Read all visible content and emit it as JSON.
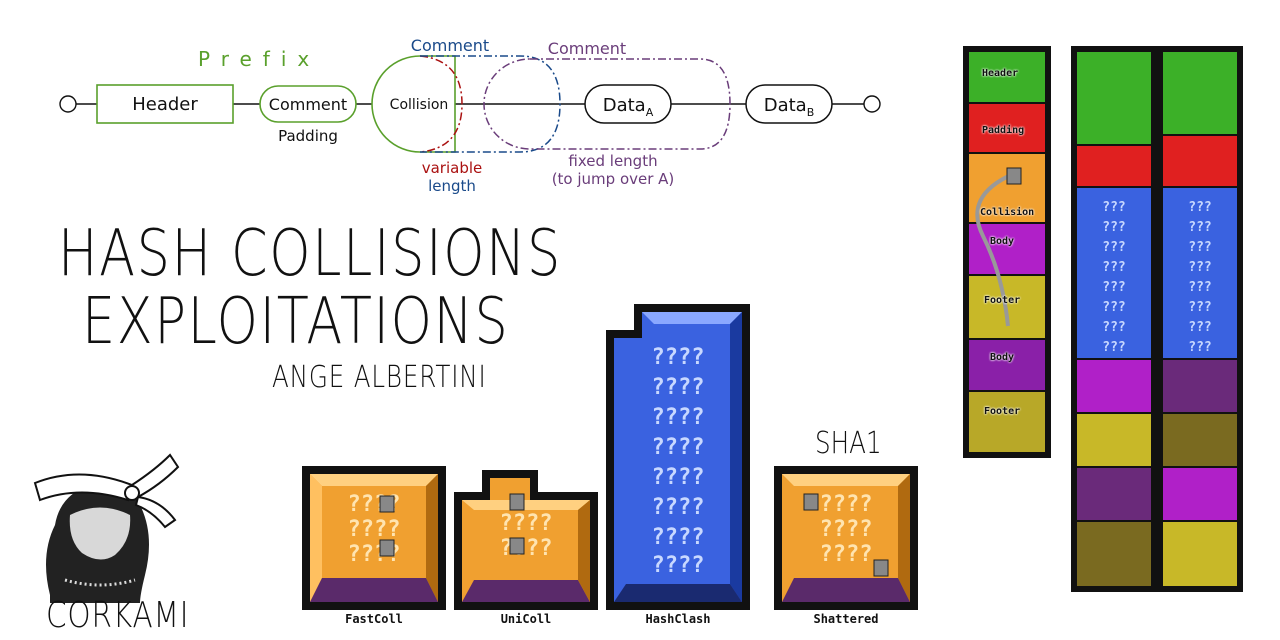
{
  "diagram": {
    "prefix_label": "Prefix",
    "header": "Header",
    "comment_padding_box": "Comment",
    "padding_caption": "Padding",
    "collision": "Collision",
    "comment_variable_top": "Comment",
    "comment_fixed_top": "Comment",
    "variable_length_1": "variable",
    "variable_length_2": "length",
    "fixed_length_1": "fixed length",
    "fixed_length_2": "(to jump over A)",
    "data_a": "Data",
    "data_a_sub": "A",
    "data_b": "Data",
    "data_b_sub": "B",
    "colors": {
      "prefix_green": "#5aa02c",
      "comment_red": "#aa1111",
      "comment_blue": "#1a4a8a",
      "comment_purple": "#6a3d7a"
    }
  },
  "title": {
    "line1": "HASH COLLISIONS",
    "line2": "EXPLOITATIONS",
    "author": "ANGE ALBERTINI"
  },
  "logo": {
    "name": "CORKAMI"
  },
  "sha1_label": "SHA1",
  "blocks": [
    {
      "name": "FastColl",
      "color": "#f0a030"
    },
    {
      "name": "UniColl",
      "color": "#f0a030"
    },
    {
      "name": "HashClash",
      "color": "#3a62e0"
    },
    {
      "name": "Shattered",
      "color": "#f0a030"
    }
  ],
  "file_stack": {
    "items": [
      "Header",
      "Padding",
      "Collision",
      "Body",
      "Footer",
      "Body",
      "Footer"
    ],
    "colors": {
      "header": "#3cb028",
      "padding": "#e02020",
      "collision": "#f0a030",
      "body": "#b020c8",
      "footer": "#c8b828",
      "blue": "#3a62e0",
      "dark_purple": "#6a2a7a",
      "olive": "#7a6a20"
    }
  }
}
